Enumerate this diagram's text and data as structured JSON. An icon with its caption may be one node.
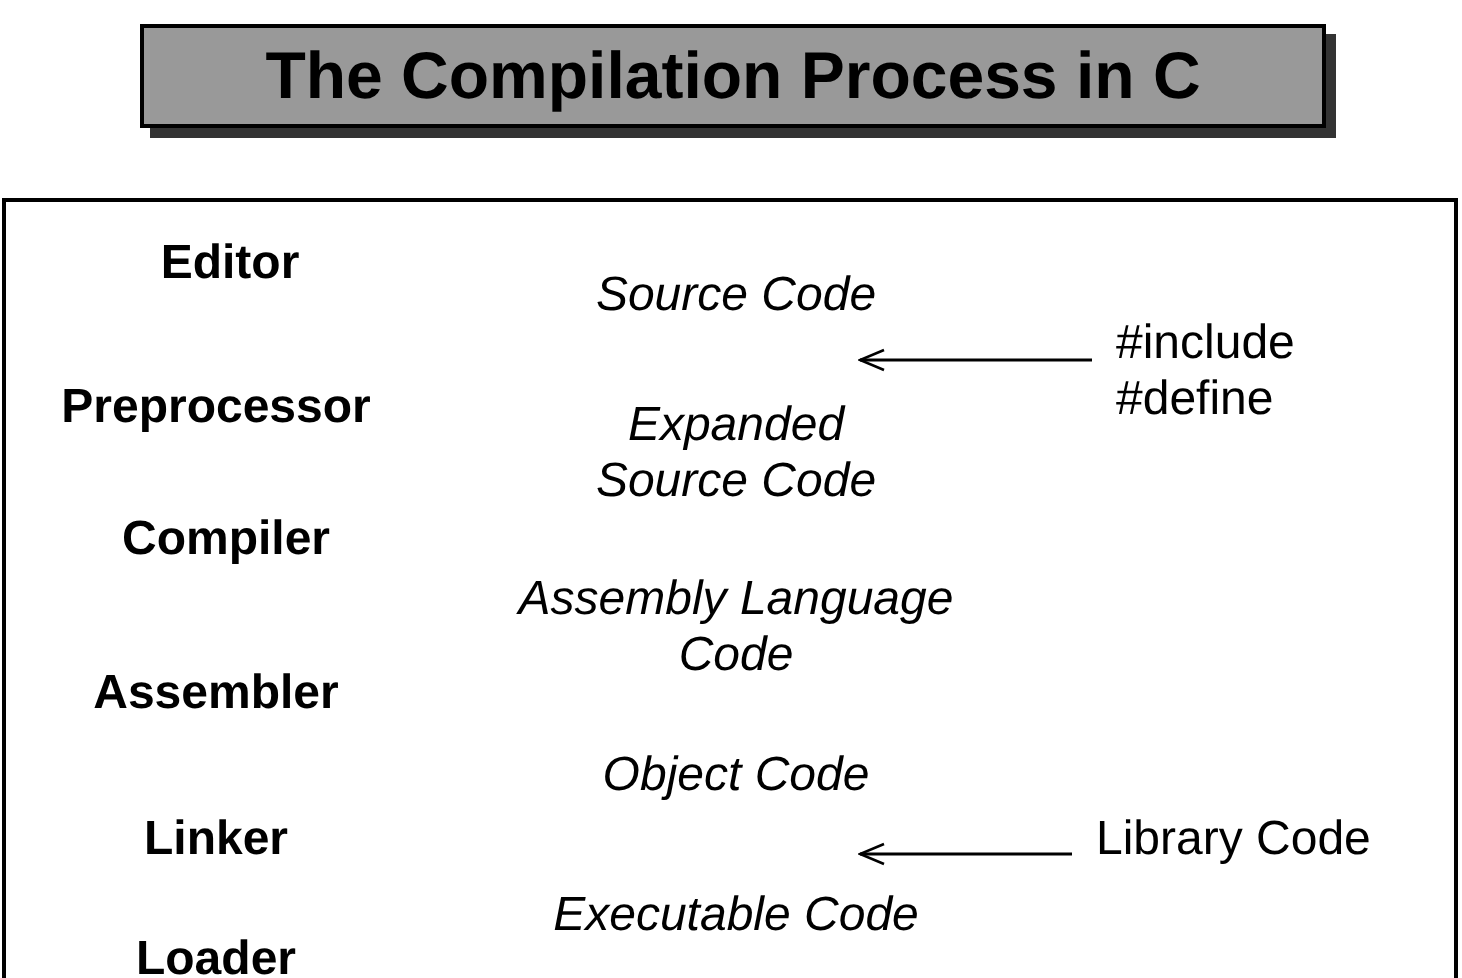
{
  "diagram": {
    "title": "The Compilation Process in C",
    "nodes": [
      {
        "text": [
          "#include #define"
        ]
      },
      {
        "text": [
          "Library Code"
        ]
      }
    ],
    "edges": [
      {
        "from": 0,
        "to": null,
        "arrow": "to"
      },
      {
        "from": 1,
        "to": null,
        "arrow": "to"
      }
    ],
    "labels": [
      "Editor",
      "Source Code",
      "Preprocessor",
      "Expanded Source Code",
      "Compiler",
      "Assembly Language Code",
      "Assembler",
      "Linker",
      "Object Code",
      "Loader",
      "Executable Code"
    ]
  }
}
